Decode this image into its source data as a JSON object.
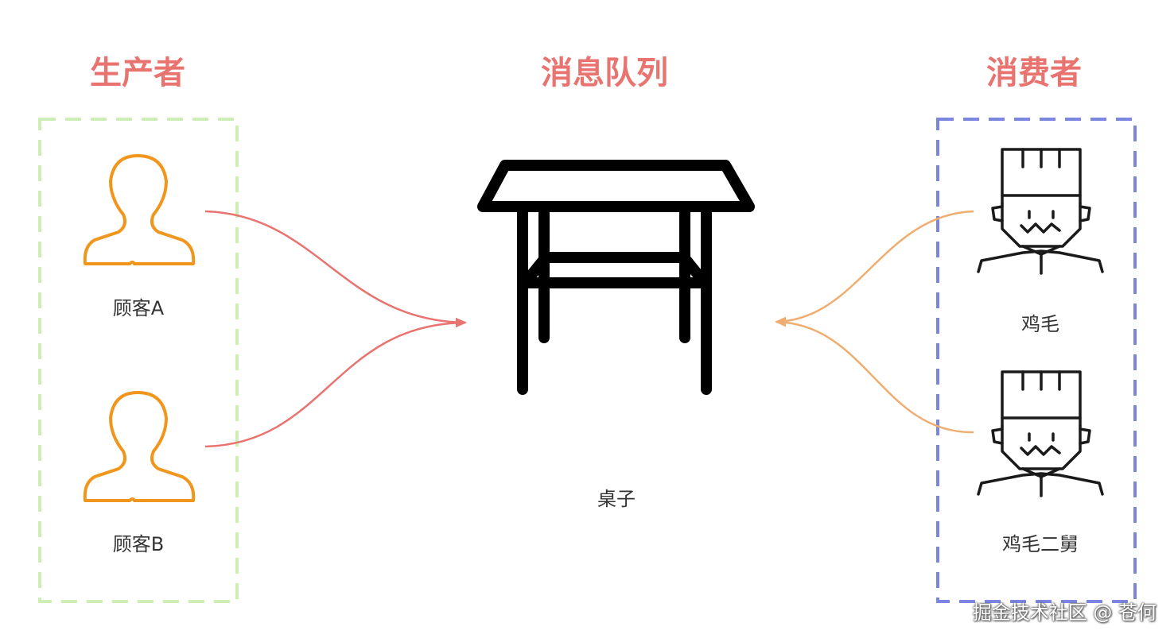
{
  "headings": {
    "producer": "生产者",
    "queue": "消息队列",
    "consumer": "消费者"
  },
  "producers": [
    {
      "label": "顾客A",
      "icon": "person-outline-icon"
    },
    {
      "label": "顾客B",
      "icon": "person-outline-icon"
    }
  ],
  "queue": {
    "label": "桌子",
    "icon": "table-icon"
  },
  "consumers": [
    {
      "label": "鸡毛",
      "icon": "chef-icon"
    },
    {
      "label": "鸡毛二舅",
      "icon": "chef-icon"
    }
  ],
  "watermark": "掘金技术社区 @ 苍何",
  "colors": {
    "heading": "#e8736f",
    "producer_box": "#cdeeb4",
    "consumer_box": "#7b86e3",
    "producer_arrow": "#e8736f",
    "consumer_arrow": "#efad72",
    "person_icon": "#f0961d",
    "icon_stroke": "#000000"
  }
}
